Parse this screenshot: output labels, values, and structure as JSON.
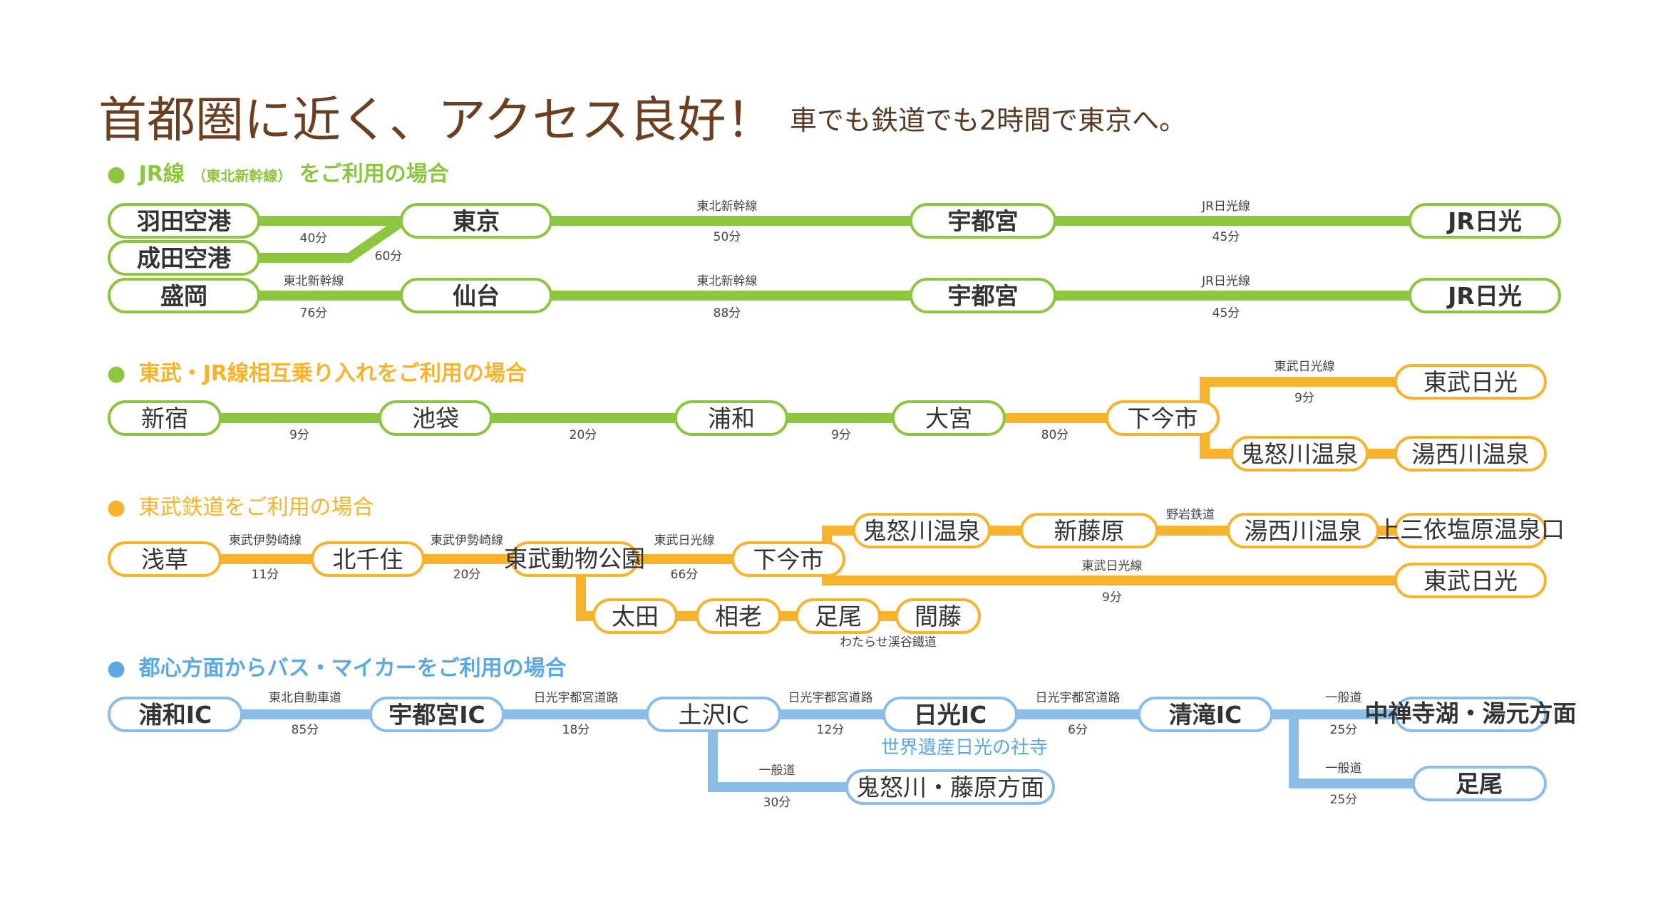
{
  "header": {
    "title": "首都圏に近く、アクセス良好！",
    "subtitle": "車でも鉄道でも2時間で東京へ。"
  },
  "colors": {
    "green": "#8cc63f",
    "orange": "#f7b32b",
    "blue": "#8bbde6",
    "title_brown": "#6b3f1f"
  },
  "sections": {
    "jr": {
      "dot": "●",
      "label": "JR線",
      "label_paren": "（東北新幹線）",
      "label_rest": "をご利用の場合",
      "nodes": {
        "haneda": "羽田空港",
        "narita": "成田空港",
        "tokyo": "東京",
        "utsunomiya1": "宇都宮",
        "jrnikko1": "JR日光",
        "morioka": "盛岡",
        "sendai": "仙台",
        "utsunomiya2": "宇都宮",
        "jrnikko2": "JR日光"
      },
      "edges": {
        "haneda_tokyo": "40分",
        "narita_tokyo": "60分",
        "tokyo_utsu_line": "東北新幹線",
        "tokyo_utsu_time": "50分",
        "utsu_nikko_line": "JR日光線",
        "utsu_nikko_time": "45分",
        "mori_sendai_line": "東北新幹線",
        "mori_sendai_time": "76分",
        "sendai_utsu_line": "東北新幹線",
        "sendai_utsu_time": "88分",
        "utsu2_nikko_line": "JR日光線",
        "utsu2_nikko_time": "45分"
      }
    },
    "tobu_jr": {
      "dot": "●",
      "label": "東武・JR線相互乗り入れをご利用の場合",
      "nodes": {
        "shinjuku": "新宿",
        "ikebukuro": "池袋",
        "urawa": "浦和",
        "omiya": "大宮",
        "shimoimaichi": "下今市",
        "tobunikko": "東武日光",
        "kinugawa": "鬼怒川温泉",
        "yunishigawa": "湯西川温泉"
      },
      "edges": {
        "t1": "9分",
        "t2": "20分",
        "t3": "9分",
        "t4": "80分",
        "nikko_line": "東武日光線",
        "t5": "9分"
      }
    },
    "tobu": {
      "dot": "●",
      "label": "東武鉄道をご利用の場合",
      "nodes": {
        "asakusa": "浅草",
        "kitasenju": "北千住",
        "tobudobutsu": "東武動物公園",
        "shimoimaichi": "下今市",
        "kinugawa": "鬼怒川温泉",
        "shinfujiwara": "新藤原",
        "yunishigawa": "湯西川温泉",
        "kamimiyori": "上三依塩原温泉口",
        "tobunikko": "東武日光",
        "ota": "太田",
        "aioi": "相老",
        "ashio": "足尾",
        "mato": "間藤"
      },
      "edges": {
        "isesaki1": "東武伊勢崎線",
        "t1": "11分",
        "isesaki2": "東武伊勢崎線",
        "t2": "20分",
        "nikko_line1": "東武日光線",
        "t3": "66分",
        "yagan": "野岩鉄道",
        "nikko_line2": "東武日光線",
        "t4": "9分",
        "watarase": "わたらせ渓谷鐵道"
      }
    },
    "car": {
      "dot": "●",
      "label": "都心方面からバス・マイカーをご利用の場合",
      "nodes": {
        "urawa_ic": "浦和IC",
        "utsunomiya_ic": "宇都宮IC",
        "tochigi_ic": "土沢IC",
        "nikko_ic": "日光IC",
        "kiyotaki_ic": "清滝IC",
        "chuzenji": "中禅寺湖・湯元方面",
        "kinugawa_fujiwara": "鬼怒川・藤原方面",
        "ashio": "足尾"
      },
      "edges": {
        "tohoku_exp": "東北自動車道",
        "t1": "85分",
        "nikko_rd1": "日光宇都宮道路",
        "t2": "18分",
        "nikko_rd2": "日光宇都宮道路",
        "t3": "12分",
        "nikko_rd3": "日光宇都宮道路",
        "t4": "6分",
        "ippan1": "一般道",
        "t5": "25分",
        "ippan2": "一般道",
        "t6": "30分",
        "ippan3": "一般道",
        "t7": "25分"
      },
      "note": "世界遺産日光の社寺"
    }
  }
}
